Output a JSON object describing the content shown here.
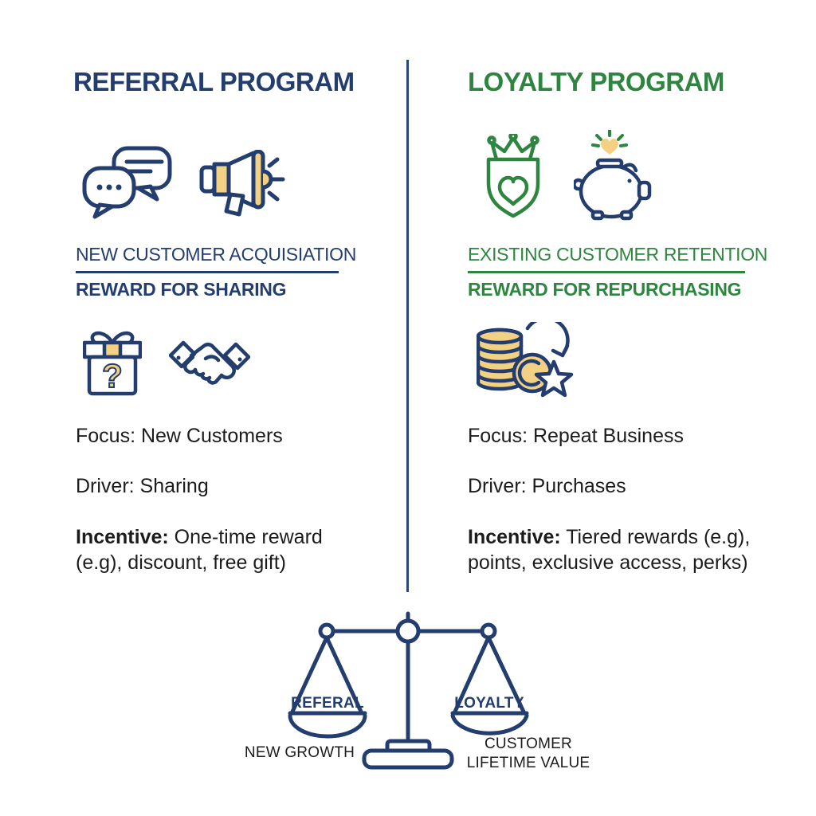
{
  "colors": {
    "navy": "#223d6e",
    "green": "#2e8540",
    "gold": "#f3d184",
    "text": "#1c1c1c",
    "background": "#ffffff"
  },
  "referral": {
    "title": "REFERRAL PROGRAM",
    "icons": [
      "chat-bubbles",
      "megaphone"
    ],
    "subtitle_primary": "NEW CUSTOMER ACQUISIATION",
    "subtitle_secondary": "REWARD FOR SHARING",
    "icons_secondary": [
      "gift-box",
      "handshake"
    ],
    "focus": "Focus: New Customers",
    "driver": "Driver: Sharing",
    "incentive_label": "Incentive:",
    "incentive_value": " One-time reward (e.g), discount, free gift)"
  },
  "loyalty": {
    "title": "LOYALTY PROGRAM",
    "icons": [
      "crowned-heart-shield",
      "piggy-bank"
    ],
    "subtitle_primary": "EXISTING CUSTOMER RETENTION",
    "subtitle_secondary": "REWARD FOR REPURCHASING",
    "icons_secondary": [
      "coin-stack",
      "star-coin-with-arrow"
    ],
    "focus": "Focus: Repeat Business",
    "driver": "Driver: Purchases",
    "incentive_label": "Incentive:",
    "incentive_value": " Tiered rewards (e.g), points, exclusive access, perks)"
  },
  "scale": {
    "left_pan_label": "REFERAL",
    "right_pan_label": "LOYALTY",
    "left_caption": "NEW GROWTH",
    "right_caption_line1": "CUSTOMER",
    "right_caption_line2": "LIFETIME VALUE"
  }
}
